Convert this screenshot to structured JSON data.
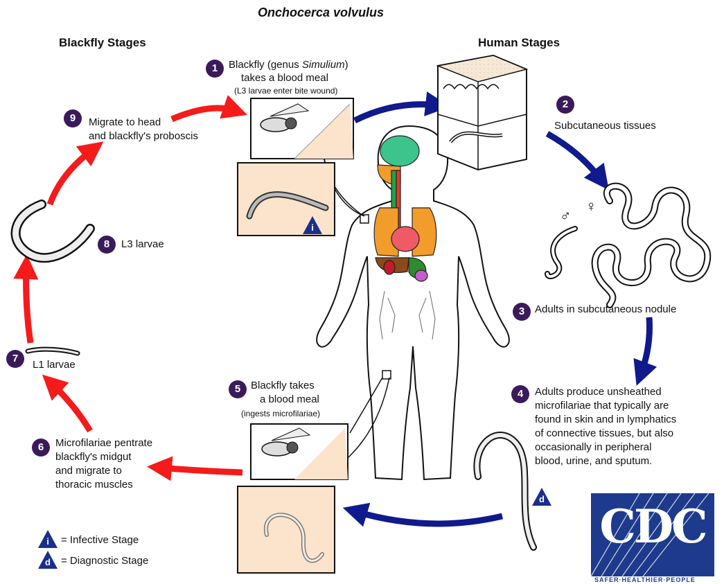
{
  "title": "Onchocerca volvulus",
  "headers": {
    "blackfly": "Blackfly Stages",
    "human": "Human Stages"
  },
  "steps": [
    {
      "number": "1",
      "line1_pre": "Blackfly (genus ",
      "line1_italic": "Simulium",
      "line1_post": ")",
      "line2": "takes a blood meal",
      "note": "(L3 larvae enter bite wound)"
    },
    {
      "number": "2",
      "text": "Subcutaneous tissues"
    },
    {
      "number": "3",
      "text": "Adults in subcutaneous nodule"
    },
    {
      "number": "4",
      "lines": [
        "Adults produce unsheathed",
        "microfilariae that typically are",
        "found in skin and in lymphatics",
        "of connective tissues,  but also",
        "occasionally in peripheral",
        "blood, urine, and sputum."
      ]
    },
    {
      "number": "5",
      "lines": [
        "Blackfly takes",
        "a blood meal"
      ],
      "note": "(ingests microfilariae)"
    },
    {
      "number": "6",
      "lines": [
        "Microfilariae pentrate",
        "blackfly's midgut",
        "and migrate to",
        "thoracic muscles"
      ]
    },
    {
      "number": "7",
      "text": "L1 larvae"
    },
    {
      "number": "8",
      "text": "L3 larvae"
    },
    {
      "number": "9",
      "lines": [
        "Migrate to head",
        "and blackfly's proboscis"
      ]
    }
  ],
  "legend": {
    "infective": {
      "symbol": "i",
      "label": "= Infective Stage"
    },
    "diagnostic": {
      "symbol": "d",
      "label": "= Diagnostic Stage"
    }
  },
  "sex_symbols": {
    "male": "♂",
    "female": "♀"
  },
  "logo": {
    "text": "CDC",
    "tagline": "SAFER·HEALTHIER·PEOPLE"
  },
  "colors": {
    "red_arrow": "#f51b1b",
    "blue_arrow": "#101a8c",
    "number_circle": "#3b1a5a",
    "panel_bg": "#fbe3cc",
    "logo_blue": "#1d3a8c"
  }
}
